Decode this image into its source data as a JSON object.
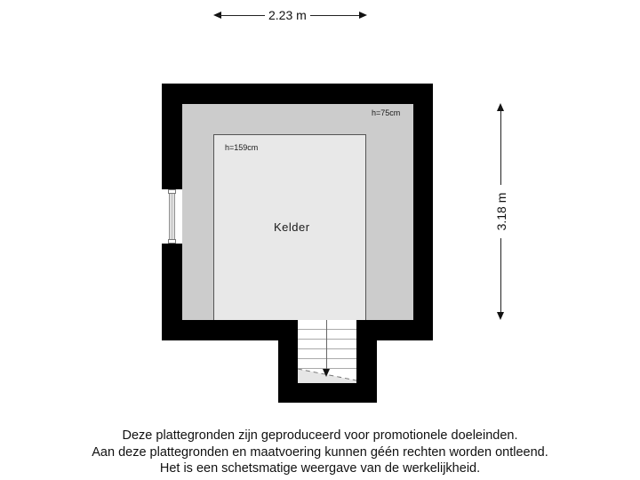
{
  "plan": {
    "dimensions": {
      "width_label": "2.23 m",
      "height_label": "3.18 m"
    },
    "rooms": [
      {
        "name": "Kelder",
        "label": "Kelder"
      }
    ],
    "height_annotations": {
      "outer_zone": "h=75cm",
      "inner_zone": "h=159cm"
    },
    "colors": {
      "wall": "#000000",
      "low_zone": "#cccccc",
      "room": "#e8e8e8",
      "background": "#ffffff"
    }
  },
  "disclaimer": {
    "line1": "Deze plattegronden zijn geproduceerd voor promotionele doeleinden.",
    "line2": "Aan deze plattegronden en maatvoering kunnen géén rechten worden ontleend.",
    "line3": "Het is een schetsmatige weergave van de werkelijkheid."
  }
}
